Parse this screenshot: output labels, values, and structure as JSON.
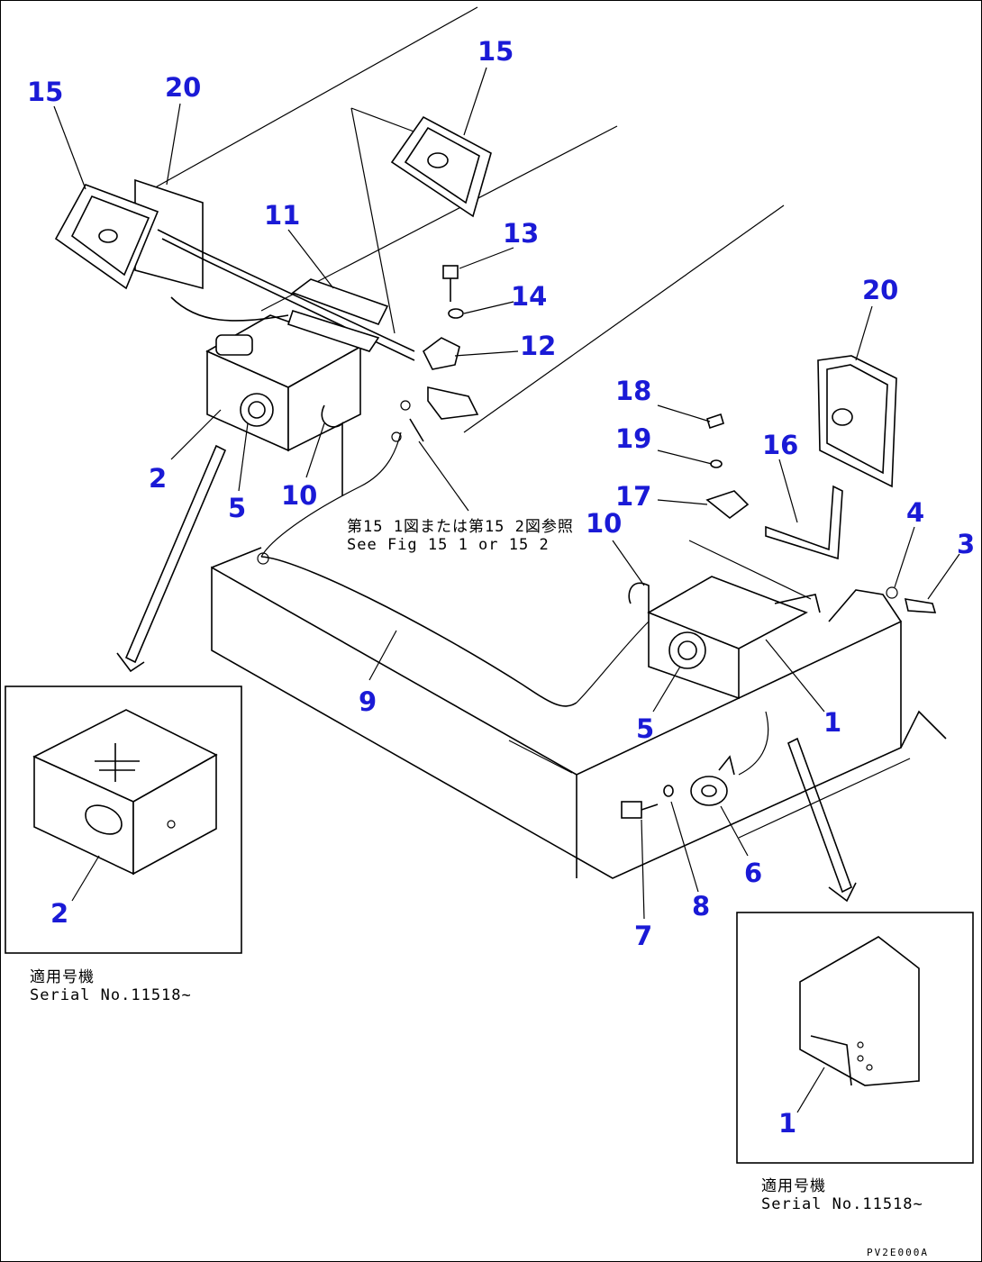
{
  "callouts": {
    "c15a": "15",
    "c20a": "20",
    "c15b": "15",
    "c11": "11",
    "c13": "13",
    "c14": "14",
    "c12": "12",
    "c20b": "20",
    "c18": "18",
    "c19": "19",
    "c16": "16",
    "c17": "17",
    "c10a": "10",
    "c10b": "10",
    "c2a": "2",
    "c5a": "5",
    "c4": "4",
    "c3": "3",
    "c9": "9",
    "c5b": "5",
    "c1a": "1",
    "c6": "6",
    "c8": "8",
    "c7": "7",
    "c2b": "2",
    "c1b": "1"
  },
  "reference_note": {
    "line1": "第15 1図または第15 2図参照",
    "line2": "See Fig 15 1 or 15 2"
  },
  "serial_left": {
    "line1": "適用号機",
    "line2": "Serial No.11518~"
  },
  "serial_right": {
    "line1": "適用号機",
    "line2": "Serial No.11518~"
  },
  "drawing_code": "PV2E000A",
  "colors": {
    "callout": "#1a1ad6",
    "line": "#000000",
    "background": "#ffffff"
  }
}
